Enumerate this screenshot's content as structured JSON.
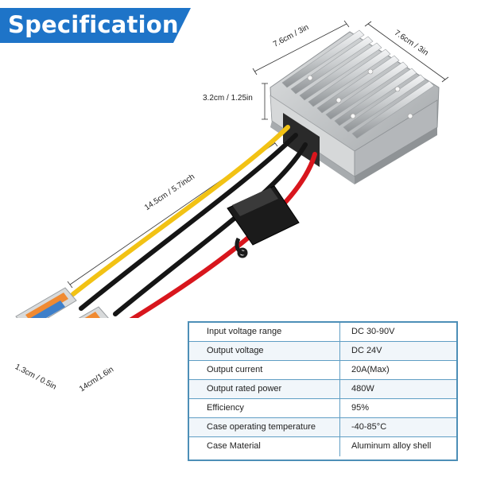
{
  "banner": {
    "title": "Specification",
    "color": "#1e74c8"
  },
  "dimensions": {
    "depth": "7.6cm / 3in",
    "width": "7.6cm / 3in",
    "height": "3.2cm / 1.25in",
    "input_lead": "14.5cm / 5.7inch",
    "output_lead": "14cm/1.6in",
    "connector": "1.3cm / 0.5in"
  },
  "specs": [
    {
      "label": "Input voltage range",
      "value": "DC 30-90V"
    },
    {
      "label": "Output voltage",
      "value": "DC 24V"
    },
    {
      "label": "Output current",
      "value": "20A(Max)"
    },
    {
      "label": "Output rated power",
      "value": "480W"
    },
    {
      "label": "Efficiency",
      "value": "95%"
    },
    {
      "label": "Case operating temperature",
      "value": "-40-85°C"
    },
    {
      "label": "Case Material",
      "value": "Aluminum alloy shell"
    }
  ],
  "colors": {
    "table_border": "#4d8fb7",
    "wire_yellow": "#f2c214",
    "wire_black": "#151515",
    "wire_red": "#d8161d",
    "housing": "#c9ccce",
    "connector_orange": "#f08a32",
    "connector_blue": "#3e7fc9"
  }
}
